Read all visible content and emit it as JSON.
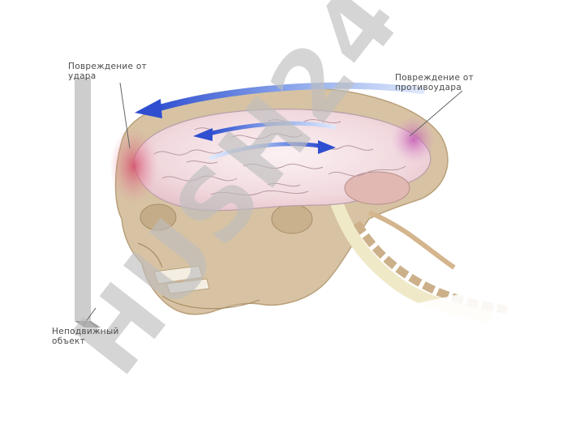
{
  "labels": {
    "impact_injury": "Повреждение от\nудара",
    "contrecoup_injury": "Повреждение от\nпротивоудара",
    "fixed_object": "Неподвижный\nобъект"
  },
  "watermark": {
    "text": "HUSH24",
    "color": "#c8c8c8",
    "accent_color": "#d9a6e8"
  },
  "colors": {
    "bone": "#d7c3a3",
    "brain": "#f1dce0",
    "bruise": "#d86a80",
    "arrow": "#3355cc",
    "pole": "#cfcfcf"
  }
}
